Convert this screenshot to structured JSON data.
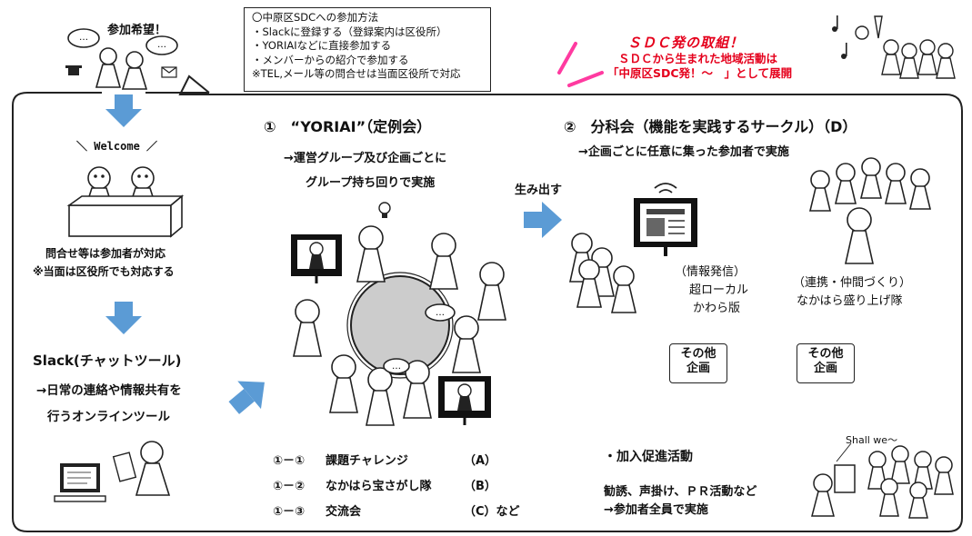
{
  "colors": {
    "accent_red": "#e5001c",
    "arrow_blue": "#5b9bd5",
    "pink": "#ff3aa0",
    "line": "#222222"
  },
  "top_left": {
    "label": "参加希望！"
  },
  "info_box": {
    "lines": [
      "〇中原区SDCへの参加方法",
      "・Slackに登録する（登録案内は区役所）",
      "・YORIAIなどに直接参加する",
      "・メンバーからの紹介で参加する",
      "※TEL,メール等の問合せは当面区役所で対応"
    ]
  },
  "sdc": {
    "title": "ＳＤＣ発の取組！",
    "line1": "ＳＤＣから生まれた地域活動は",
    "line2": "「中原区SDC発！～　」として展開"
  },
  "welcome": {
    "label": "＼ Welcome ／",
    "note1": "問合せ等は参加者が対応",
    "note2": "※当面は区役所でも対応する"
  },
  "slack": {
    "title": "Slack(チャットツール)",
    "line1": "→日常の連絡や情報共有を",
    "line2": "行うオンラインツール"
  },
  "yoriai": {
    "title": "①　“YORIAI”（定例会）",
    "line1": "→運営グループ及び企画ごとに",
    "line2": "グループ持ち回りで実施"
  },
  "umidasu": "生み出す",
  "bunkakai": {
    "title": "②　分科会（機能を実践するサークル）（D）",
    "sub": "→企画ごとに任意に集った参加者で実施"
  },
  "kawara": {
    "line1": "（情報発信）",
    "line2": "超ローカル",
    "line3": "かわら版"
  },
  "moriage": {
    "line1": "（連携・仲間づくり）",
    "line2": "なかはら盛り上げ隊"
  },
  "sonota": [
    {
      "line1": "その他",
      "line2": "企画"
    },
    {
      "line1": "その他",
      "line2": "企画"
    }
  ],
  "yoriai_list": [
    {
      "num": "①－①",
      "name": "課題チャレンジ",
      "code": "（A）"
    },
    {
      "num": "①－②",
      "name": "なかはら宝さがし隊",
      "code": "（B）"
    },
    {
      "num": "①－③",
      "name": "交流会",
      "code": "（C）など"
    }
  ],
  "promotion": {
    "title": "・加入促進活動",
    "line1": "勧誘、声掛け、ＰＲ活動など",
    "line2": "→参加者全員で実施"
  },
  "shall_we": "Shall we～",
  "dialog_marks": [
    "…",
    "…",
    "…",
    "…",
    "…"
  ],
  "icons": [
    "phone-icon",
    "mail-icon",
    "computer-icon",
    "smartphone-icon",
    "lightbulb-icon",
    "music-note-icon",
    "wifi-icon",
    "arrow-down-icon",
    "arrow-right-icon"
  ]
}
